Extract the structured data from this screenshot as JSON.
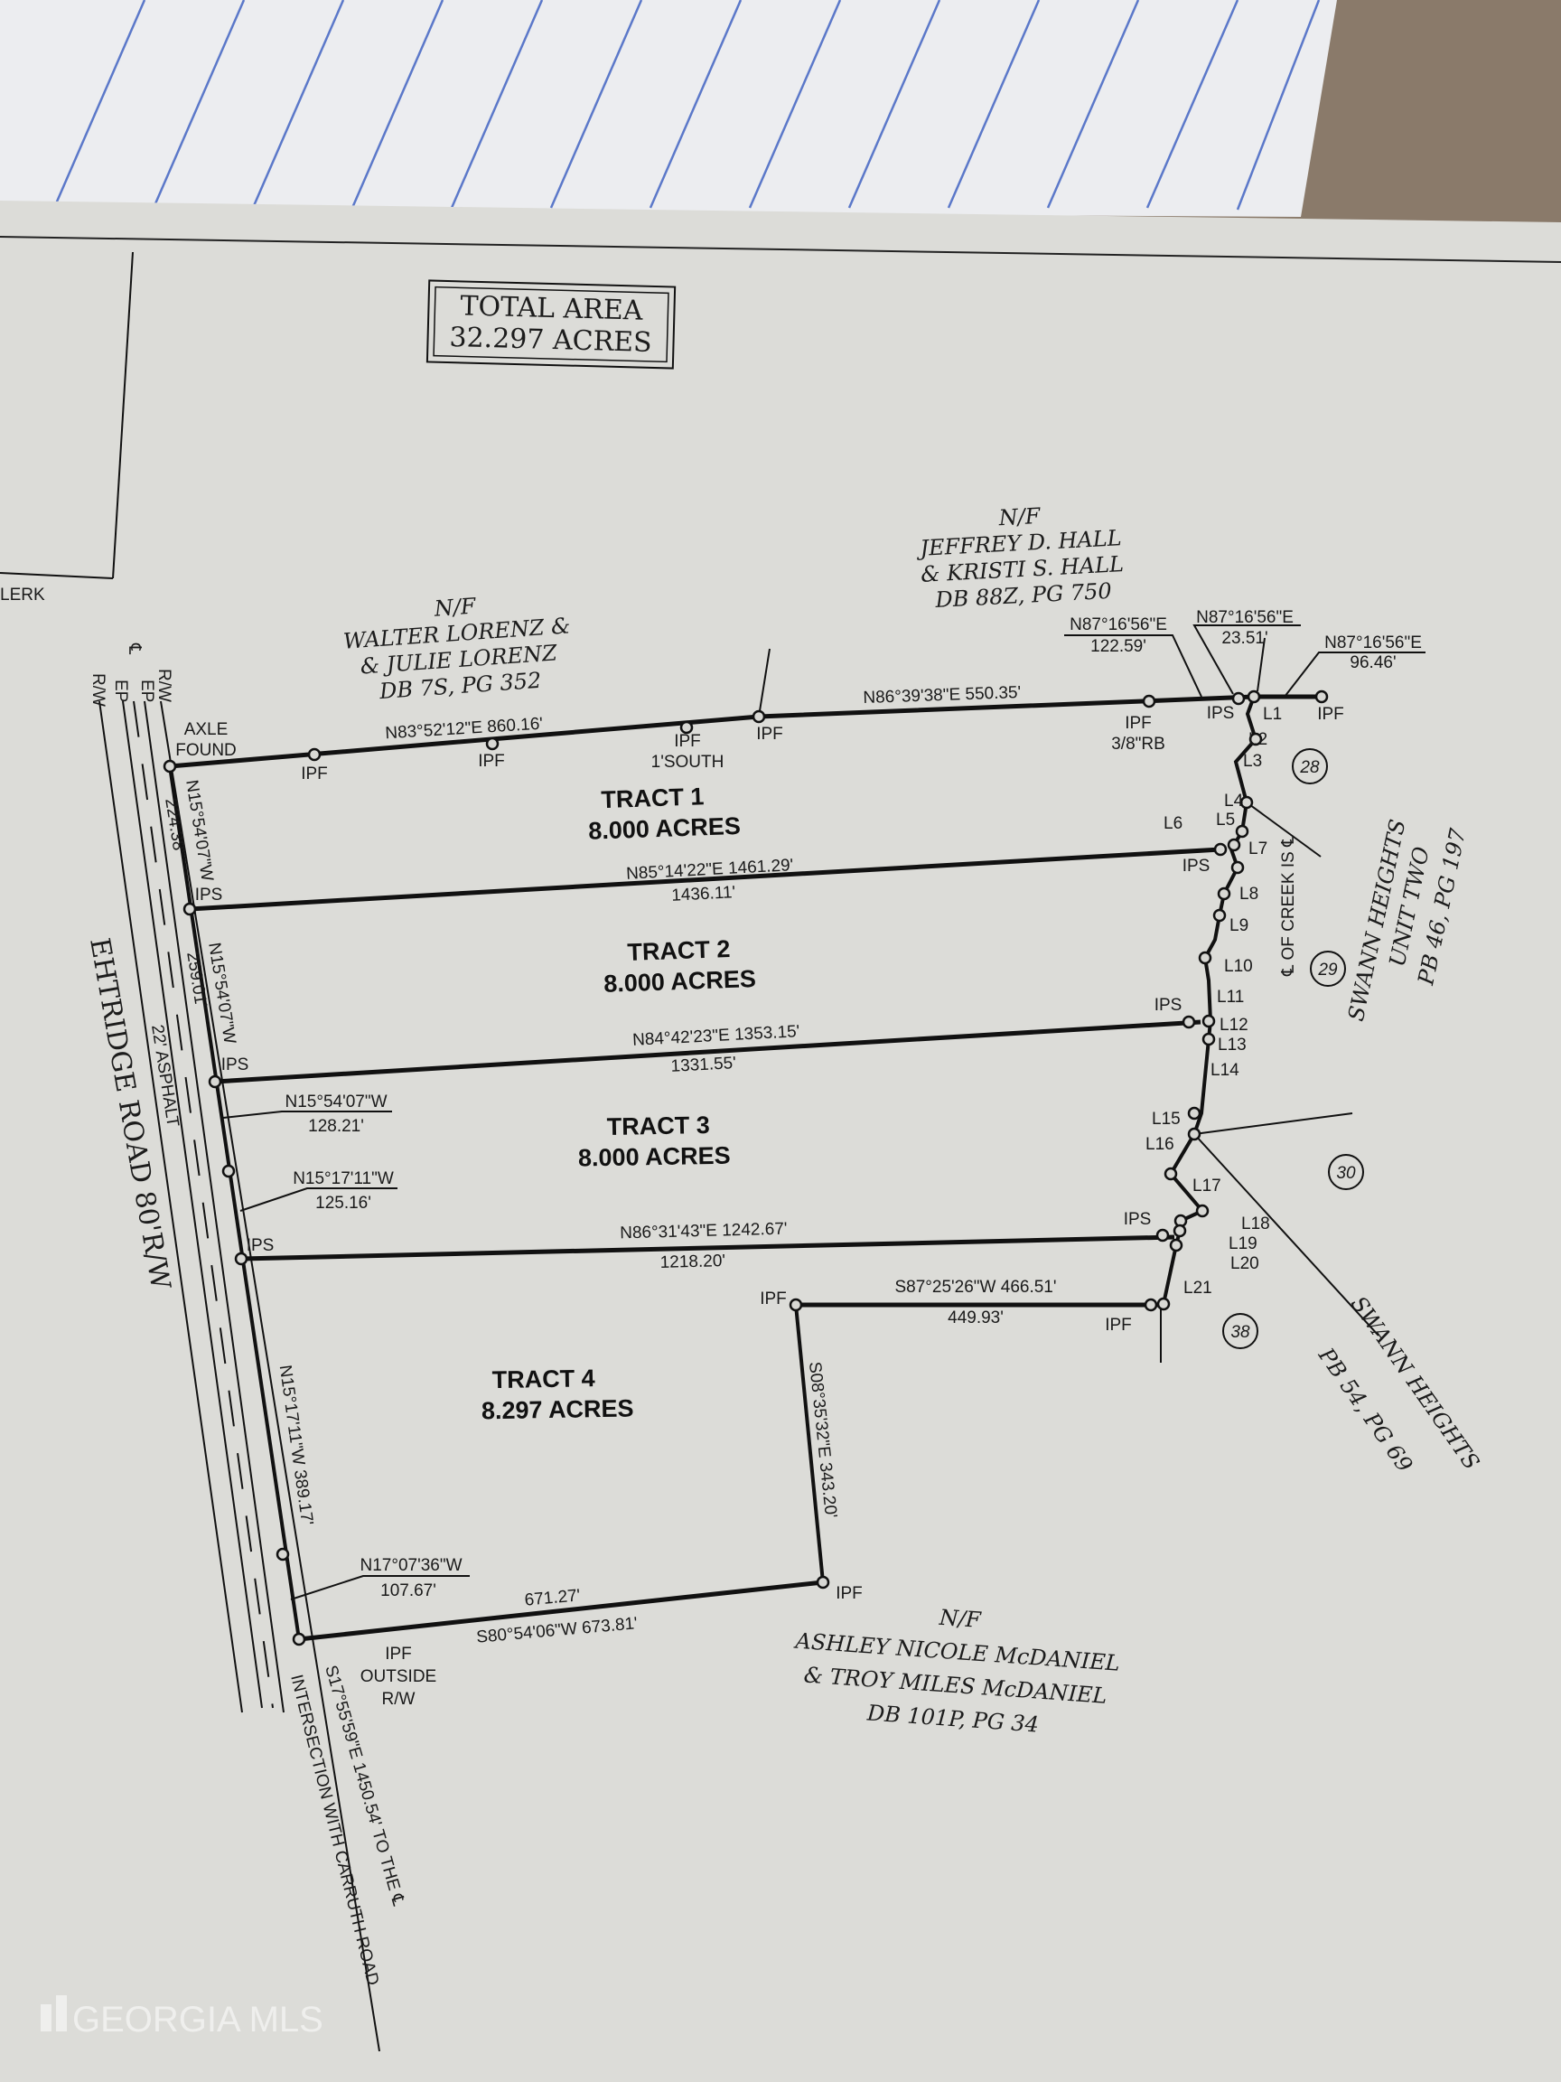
{
  "total_area": {
    "title": "TOTAL AREA",
    "value": "32.297 ACRES"
  },
  "clerk_fragment": "LERK",
  "adjoiners": {
    "hall": {
      "nf": "N/F",
      "line1": "JEFFREY D. HALL",
      "line2": "& KRISTI S. HALL",
      "line3": "DB 88Z, PG 750"
    },
    "lorenz": {
      "nf": "N/F",
      "line1": "WALTER LORENZ &",
      "line2": "& JULIE LORENZ",
      "line3": "DB 7S, PG 352"
    },
    "mcdaniel": {
      "nf": "N/F",
      "line1": "ASHLEY NICOLE McDANIEL",
      "line2": "& TROY MILES McDANIEL",
      "line3": "DB 101P, PG 34"
    },
    "swann_unit_two": {
      "line1": "SWANN HEIGHTS",
      "line2": "UNIT TWO",
      "line3": "PB 46, PG 197"
    },
    "swann": {
      "line1": "SWANN HEIGHTS",
      "line2": "PB 54, PG 69"
    }
  },
  "tracts": [
    {
      "name": "TRACT 1",
      "area": "8.000 ACRES"
    },
    {
      "name": "TRACT 2",
      "area": "8.000 ACRES"
    },
    {
      "name": "TRACT 3",
      "area": "8.000 ACRES"
    },
    {
      "name": "TRACT 4",
      "area": "8.297 ACRES"
    }
  ],
  "road": {
    "name": "EHTRIDGE ROAD 80'R/W",
    "surface": "22' ASPHALT",
    "rw": "R/W",
    "ep": "EP",
    "cl": "℄",
    "intersection": "INTERSECTION WITH CARRUTH ROAD",
    "tie": "S17°55'59\"E 1450.54' TO THE ℄"
  },
  "calls": {
    "north_1": "N83°52'12\"E 860.16'",
    "north_2": "N86°39'38\"E 550.35'",
    "hall_a_bearing": "N87°16'56\"E",
    "hall_a_dist": "122.59'",
    "hall_b_bearing": "N87°16'56\"E",
    "hall_b_dist": "23.51'",
    "hall_c_bearing": "N87°16'56\"E",
    "hall_c_dist": "96.46'",
    "t12_bearing": "N85°14'22\"E 1461.29'",
    "t12_dist": "1436.11'",
    "t23_bearing": "N84°42'23\"E 1353.15'",
    "t23_dist": "1331.55'",
    "t34_bearing": "N86°31'43\"E 1242.67'",
    "t34_dist": "1218.20'",
    "s87_bearing": "S87°25'26\"W 466.51'",
    "s87_dist": "449.93'",
    "s08": "S08°35'32\"E 343.20'",
    "s80_bearing": "S80°54'06\"W 673.81'",
    "s80_dist": "671.27'",
    "west_1_bearing": "N15°54'07\"W",
    "west_1_dist": "224.38'",
    "west_2_bearing": "N15°54'07\"W",
    "west_2_dist": "259.01'",
    "west_3_bearing": "N15°54'07\"W",
    "west_3_dist": "128.21'",
    "west_4_bearing": "N15°17'11\"W",
    "west_4_dist": "125.16'",
    "west_5": "N15°17'11\"W 389.17'",
    "west_6_bearing": "N17°07'36\"W",
    "west_6_dist": "107.67'"
  },
  "monuments": {
    "axle": "AXLE",
    "found": "FOUND",
    "ipf": "IPF",
    "ips": "IPS",
    "one_south": "1'SOUTH",
    "rebar": "3/8\"RB",
    "outside": "OUTSIDE",
    "rw": "R/W"
  },
  "creek": {
    "label": "℄ OF CREEK IS ℄",
    "lines": [
      "L1",
      "L2",
      "L3",
      "L4",
      "L5",
      "L6",
      "L7",
      "L8",
      "L9",
      "L10",
      "L11",
      "L12",
      "L13",
      "L14",
      "L15",
      "L16",
      "L17",
      "L18",
      "L19",
      "L20",
      "L21"
    ]
  },
  "lots": [
    "28",
    "29",
    "30",
    "38"
  ],
  "watermark": "GEORGIA MLS",
  "colors": {
    "paper": "#dcdcd8",
    "ink": "#111111",
    "notepad_line": "#5b78c9"
  }
}
